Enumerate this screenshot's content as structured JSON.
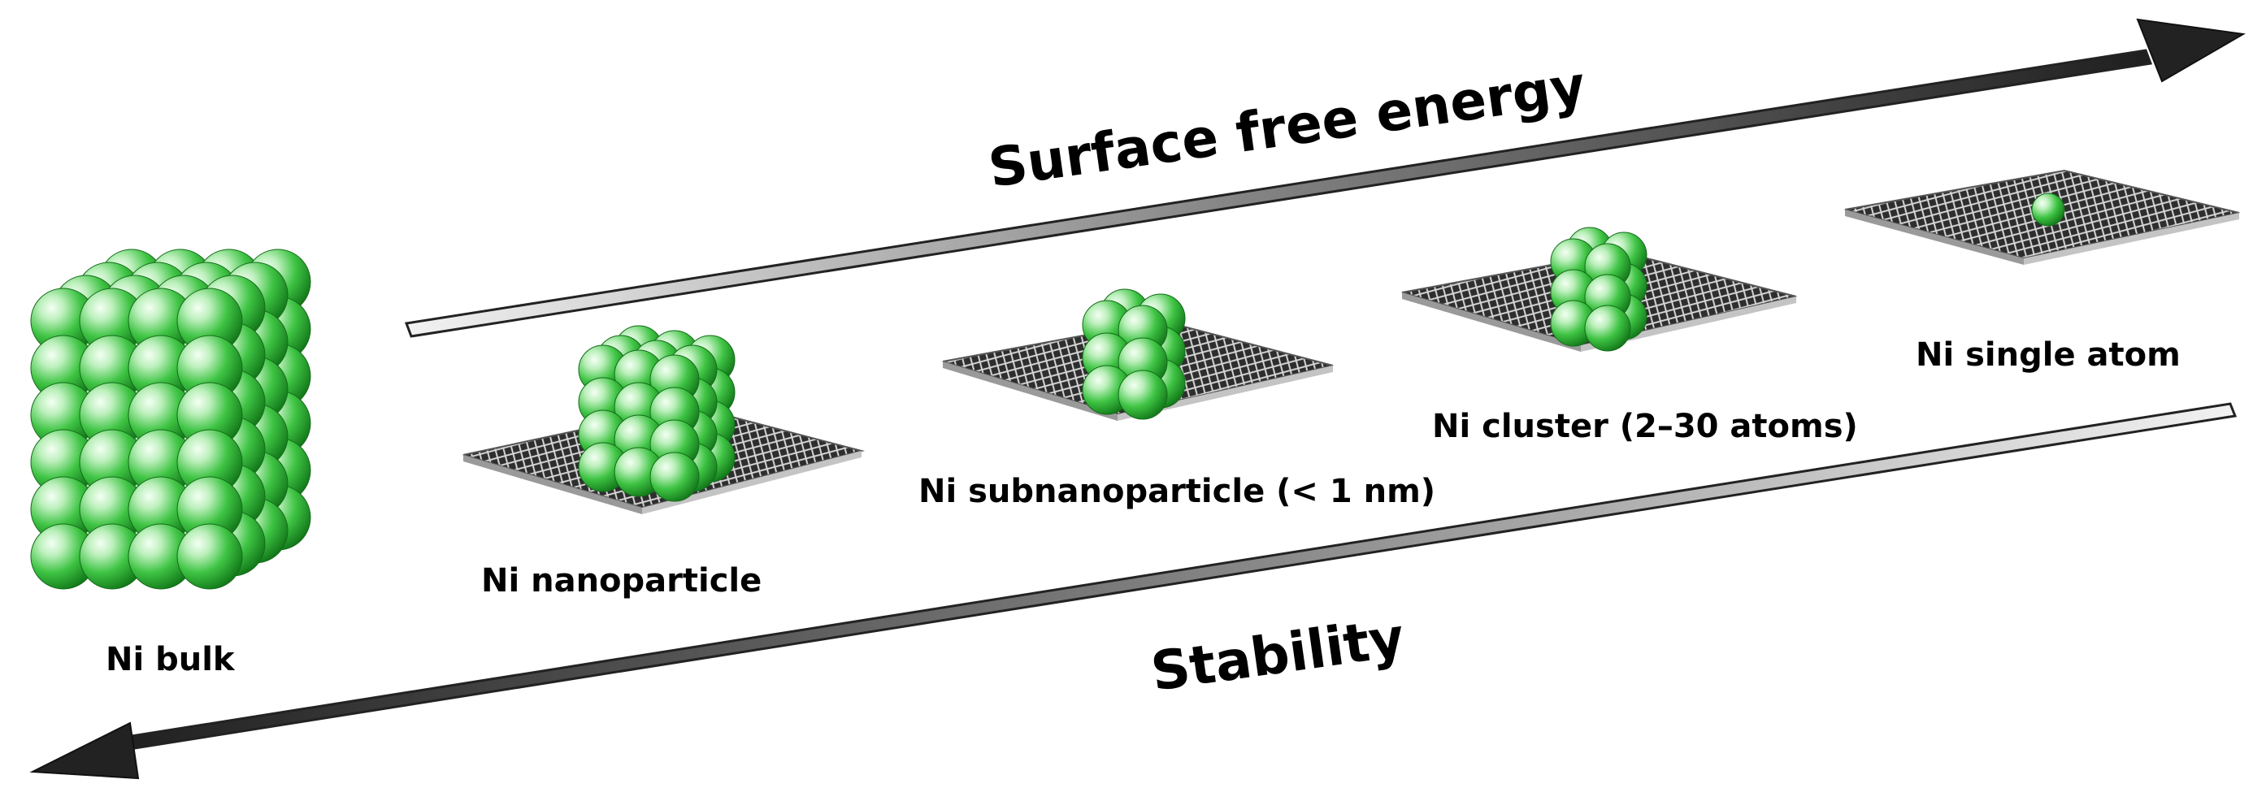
{
  "diagram": {
    "top_arrow_label": "Surface free energy",
    "bottom_arrow_label": "Stability",
    "items": [
      {
        "id": "bulk",
        "label": "Ni bulk"
      },
      {
        "id": "nanoparticle",
        "label": "Ni nanoparticle"
      },
      {
        "id": "subnanoparticle",
        "label": "Ni subnanoparticle (< 1 nm)"
      },
      {
        "id": "cluster",
        "label": "Ni cluster (2–30 atoms)"
      },
      {
        "id": "single-atom",
        "label": "Ni single atom"
      }
    ]
  },
  "colors": {
    "atom_light": "#dff7df",
    "atom_mid": "#46c94a",
    "atom_dark": "#1a8f22",
    "support": "#3a3a3a",
    "support_mesh": "#cfcfcf",
    "arrow_dark": "#1a1a1a"
  }
}
